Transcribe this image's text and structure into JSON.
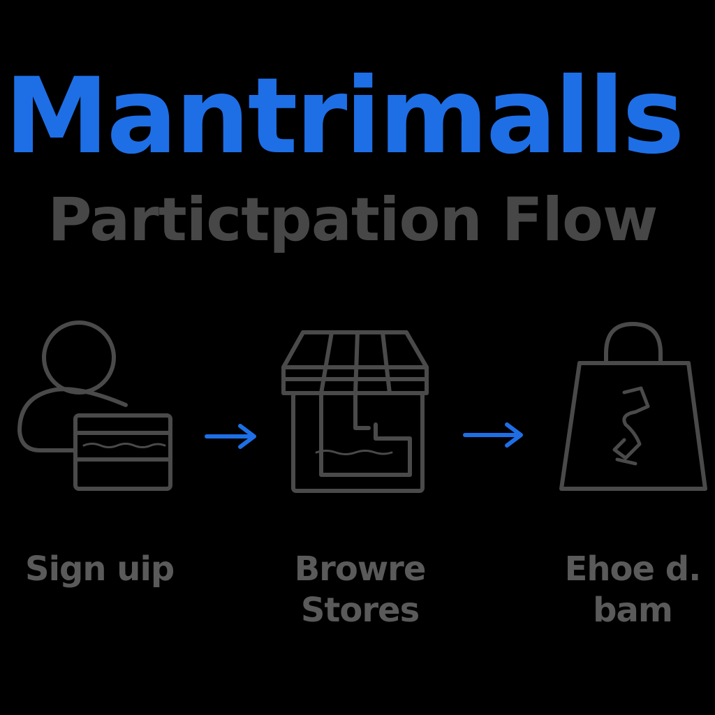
{
  "colors": {
    "background": "#000000",
    "title": "#1e6fe6",
    "subtitle": "#474747",
    "icon_stroke": "#4a4a4a",
    "arrow": "#1e6fe6",
    "label": "#5a5a5a"
  },
  "header": {
    "title": "Mantrimalls",
    "subtitle": "Partictpation Flow"
  },
  "steps": [
    {
      "icon": "user-with-card-icon",
      "label_lines": [
        "Sign uip"
      ]
    },
    {
      "icon": "storefront-icon",
      "label_lines": [
        "Browre",
        "Stores"
      ]
    },
    {
      "icon": "shopping-bag-icon",
      "label_lines": [
        "Ehoe d.",
        "bam"
      ]
    }
  ],
  "connectors": [
    {
      "icon": "arrow-right-icon"
    },
    {
      "icon": "arrow-right-icon"
    }
  ]
}
